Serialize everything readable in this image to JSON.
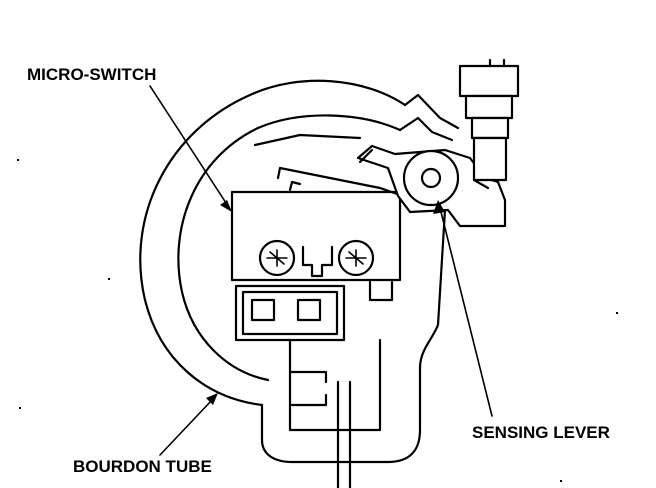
{
  "labels": {
    "micro_switch": "MICRO-SWITCH",
    "sensing_lever": "SENSING LEVER",
    "bourdon_tube": "BOURDON TUBE"
  }
}
